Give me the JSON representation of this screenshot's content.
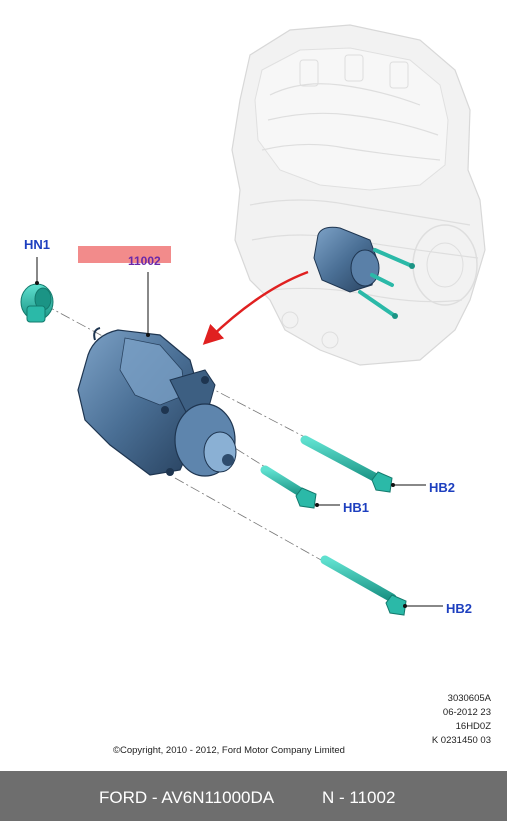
{
  "callouts": {
    "hn1": "HN1",
    "part": "11002",
    "hb2_top": "HB2",
    "hb1": "HB1",
    "hb2_bottom": "HB2"
  },
  "reference_codes": [
    "3030605A",
    "06-2012 23",
    "16HD0Z",
    "K 0231450 03"
  ],
  "copyright": "©Copyright, 2010 - 2012, Ford Motor Company Limited",
  "footer": {
    "part_ref": "FORD - AV6N11000DA",
    "category": "N - 11002"
  },
  "colors": {
    "callout_text": "#1d3fbf",
    "part_number_text": "#6a28a8",
    "highlight": "#f28b8b",
    "fastener": "#2bb9a8",
    "starter_body": "#4a6f95",
    "arrow": "#e02020",
    "footer_bg": "#6e6e6e"
  }
}
